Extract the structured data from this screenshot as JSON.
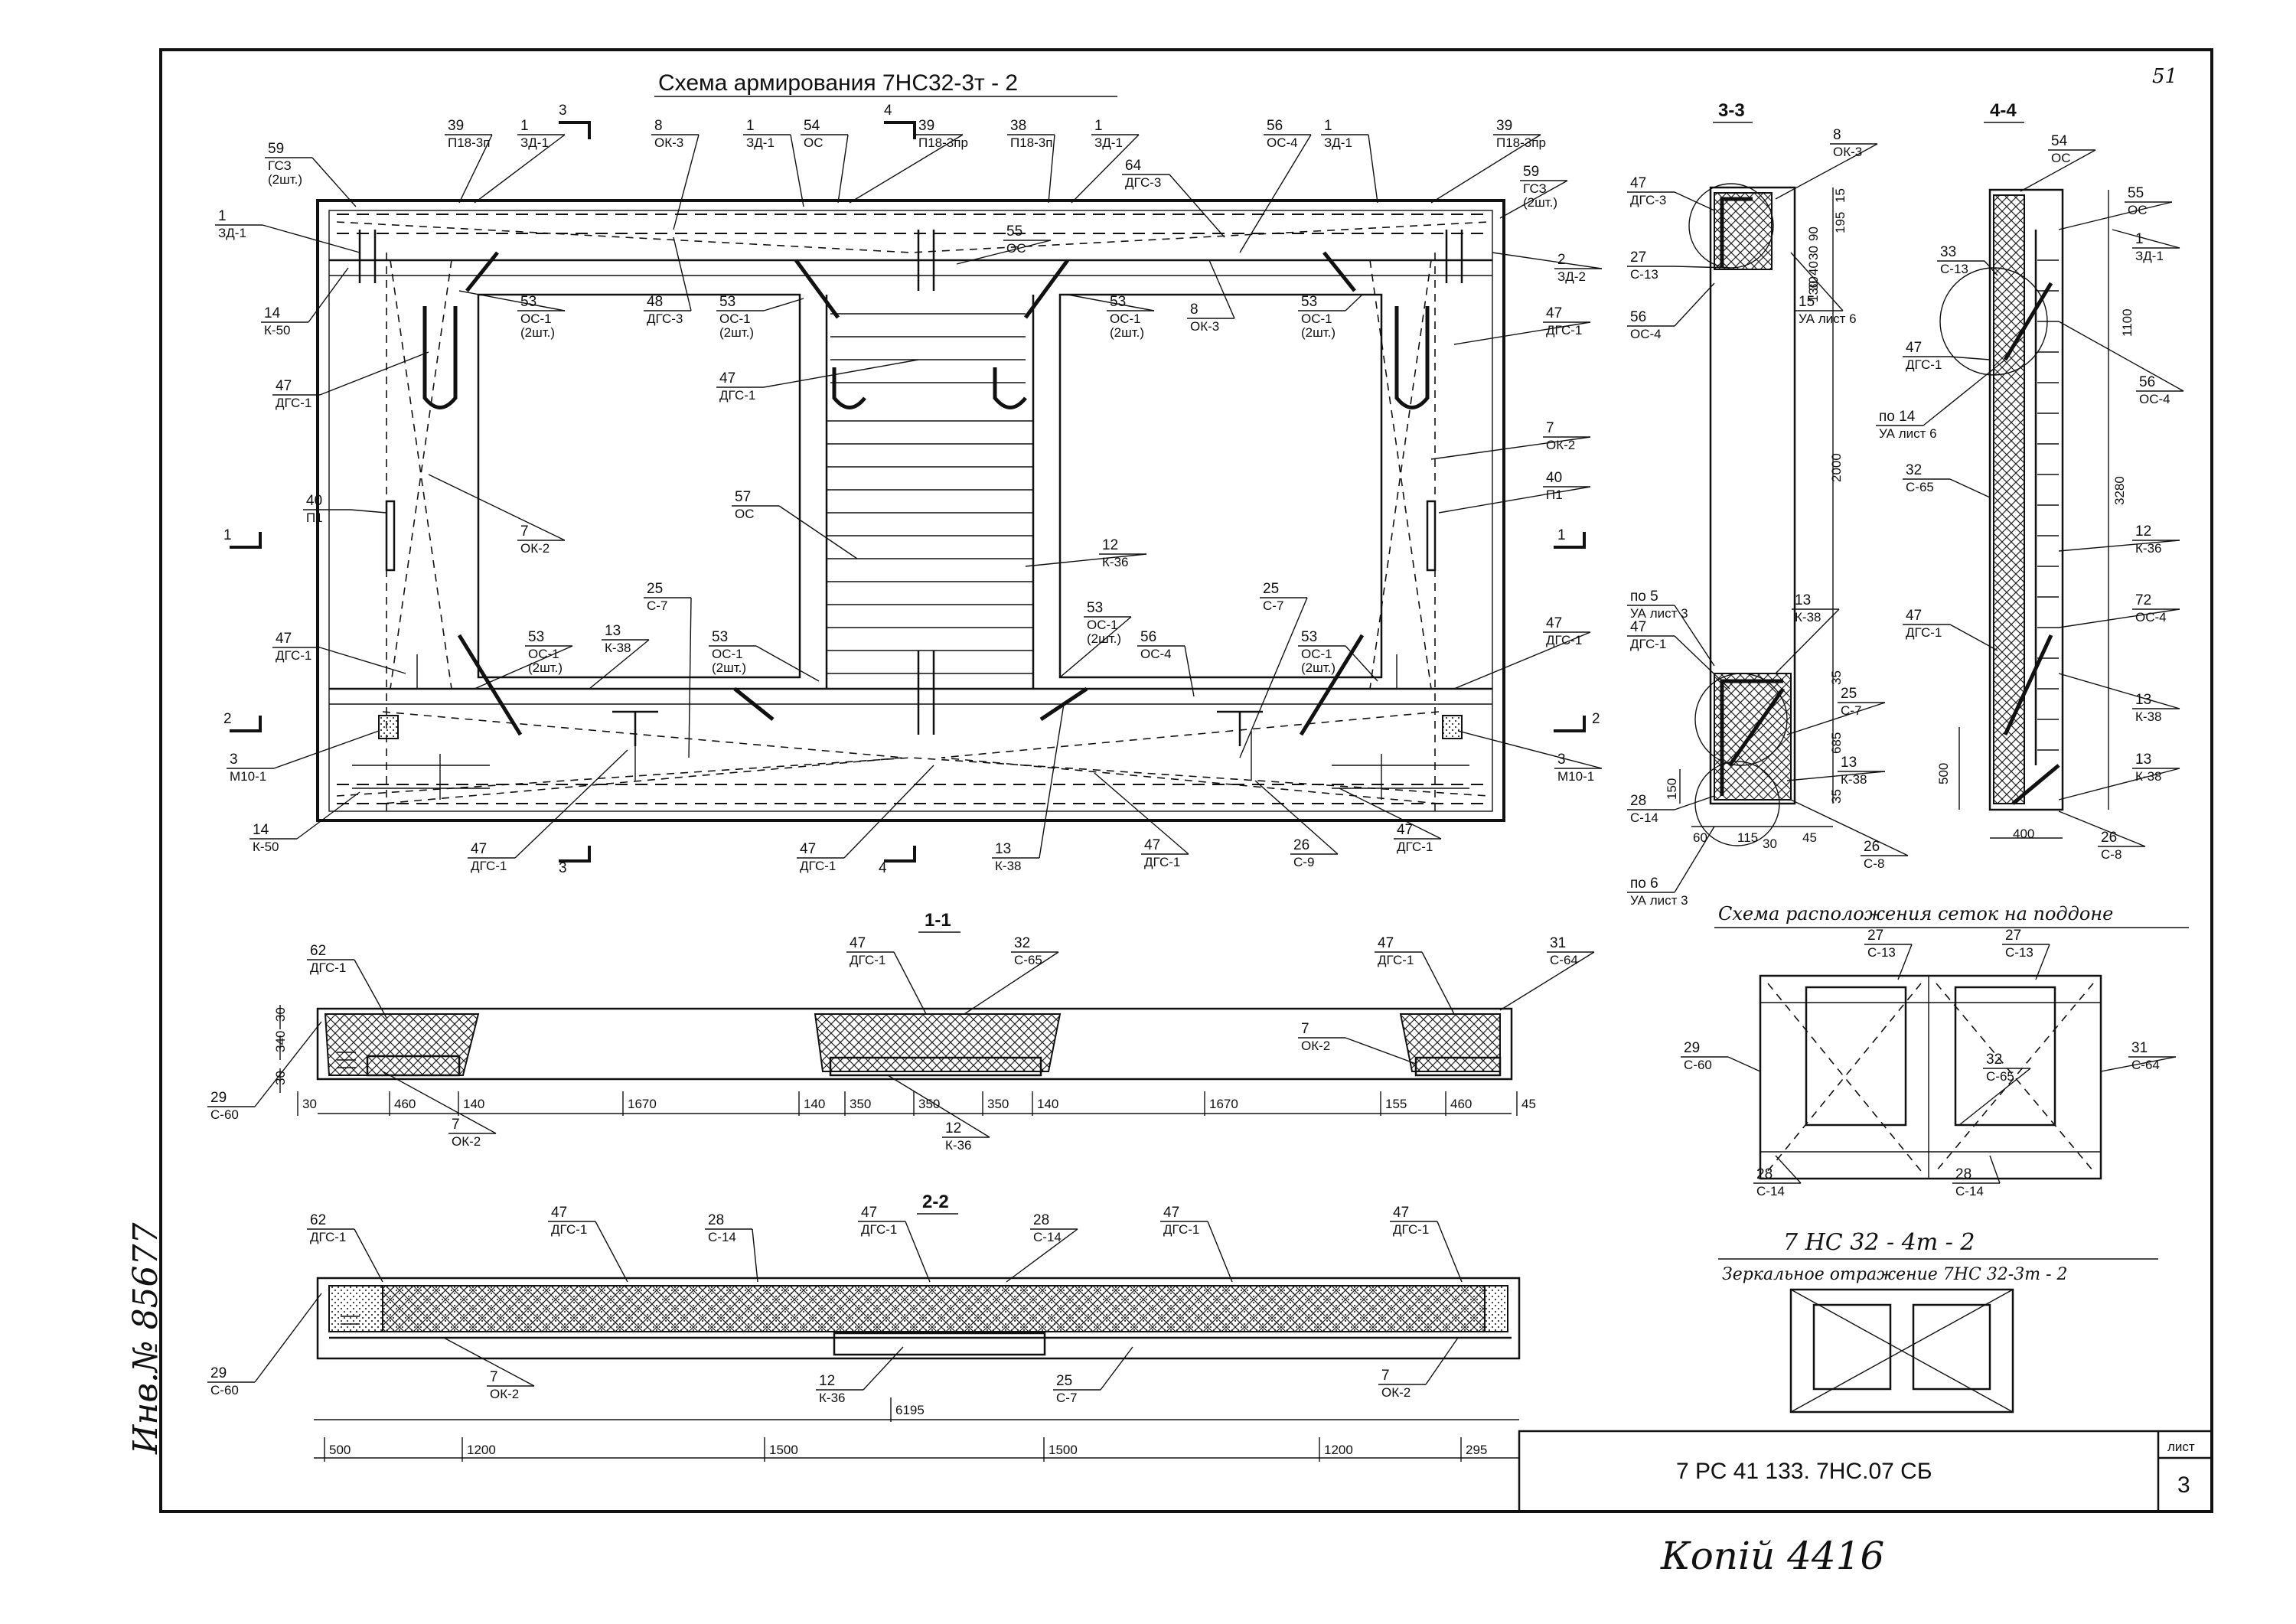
{
  "sheet": {
    "title": "Схема армирования 7НС32-3т - 2",
    "page_number_top": "51",
    "doc_code": "7 РС 41 133. 7НС.07 СБ",
    "sheet_label": "лист",
    "sheet_number": "3",
    "side_note": "Инв.№ 85677",
    "bottom_note": "Копій 4416"
  },
  "sections": {
    "s33": "3-3",
    "s44": "4-4",
    "s11": "1-1",
    "s22": "2-2",
    "cut1": "1",
    "cut2": "2",
    "cut3": "3",
    "cut4": "4"
  },
  "plan_labels": [
    {
      "num": "39",
      "code": "П18-3п"
    },
    {
      "num": "1",
      "code": "ЗД-1"
    },
    {
      "num": "8",
      "code": "ОК-3"
    },
    {
      "num": "1",
      "code": "ЗД-1"
    },
    {
      "num": "54",
      "code": "ОС"
    },
    {
      "num": "39",
      "code": "П18-3пр"
    },
    {
      "num": "38",
      "code": "П18-3п"
    },
    {
      "num": "1",
      "code": "ЗД-1"
    },
    {
      "num": "56",
      "code": "ОС-4"
    },
    {
      "num": "1",
      "code": "ЗД-1"
    },
    {
      "num": "39",
      "code": "П18-3пр"
    },
    {
      "num": "59",
      "code": "ГСЗ (2шт.)"
    },
    {
      "num": "59",
      "code": "ГСЗ (2шт.)"
    },
    {
      "num": "64",
      "code": "ДГС-3"
    },
    {
      "num": "1",
      "code": "ЗД-1"
    },
    {
      "num": "2",
      "code": "ЗД-2"
    },
    {
      "num": "55",
      "code": "ОС"
    },
    {
      "num": "14",
      "code": "К-50"
    },
    {
      "num": "53",
      "code": "ОС-1 (2шт.)"
    },
    {
      "num": "48",
      "code": "ДГС-3"
    },
    {
      "num": "53",
      "code": "ОС-1 (2шт.)"
    },
    {
      "num": "53",
      "code": "ОС-1 (2шт.)"
    },
    {
      "num": "8",
      "code": "ОК-3"
    },
    {
      "num": "53",
      "code": "ОС-1 (2шт.)"
    },
    {
      "num": "47",
      "code": "ДГС-1"
    },
    {
      "num": "47",
      "code": "ДГС-1"
    },
    {
      "num": "47",
      "code": "ДГС-1"
    },
    {
      "num": "7",
      "code": "ОК-2"
    },
    {
      "num": "40",
      "code": "П1"
    },
    {
      "num": "40",
      "code": "П1"
    },
    {
      "num": "57",
      "code": "ОС"
    },
    {
      "num": "7",
      "code": "ОК-2"
    },
    {
      "num": "12",
      "code": "К-36"
    },
    {
      "num": "25",
      "code": "С-7"
    },
    {
      "num": "25",
      "code": "С-7"
    },
    {
      "num": "13",
      "code": "К-38"
    },
    {
      "num": "53",
      "code": "ОС-1 (2шт.)"
    },
    {
      "num": "53",
      "code": "ОС-1 (2шт.)"
    },
    {
      "num": "53",
      "code": "ОС-1 (2шт.)"
    },
    {
      "num": "56",
      "code": "ОС-4"
    },
    {
      "num": "53",
      "code": "ОС-1 (2шт.)"
    },
    {
      "num": "47",
      "code": "ДГС-1"
    },
    {
      "num": "47",
      "code": "ДГС-1"
    },
    {
      "num": "3",
      "code": "М10-1"
    },
    {
      "num": "3",
      "code": "М10-1"
    },
    {
      "num": "14",
      "code": "К-50"
    },
    {
      "num": "47",
      "code": "ДГС-1"
    },
    {
      "num": "47",
      "code": "ДГС-1"
    },
    {
      "num": "13",
      "code": "К-38"
    },
    {
      "num": "47",
      "code": "ДГС-1"
    },
    {
      "num": "26",
      "code": "С-9"
    },
    {
      "num": "47",
      "code": "ДГС-1"
    }
  ],
  "sec33_labels": [
    {
      "num": "8",
      "code": "ОК-3"
    },
    {
      "num": "47",
      "code": "ДГС-3"
    },
    {
      "num": "27",
      "code": "С-13"
    },
    {
      "num": "56",
      "code": "ОС-4"
    },
    {
      "num": "15",
      "code": "УА лист 6"
    },
    {
      "num": "по 5",
      "code": "УА лист 3"
    },
    {
      "num": "47",
      "code": "ДГС-1"
    },
    {
      "num": "13",
      "code": "К-38"
    },
    {
      "num": "25",
      "code": "С-7"
    },
    {
      "num": "13",
      "code": "К-38"
    },
    {
      "num": "28",
      "code": "С-14"
    },
    {
      "num": "26",
      "code": "С-8"
    },
    {
      "num": "по 6",
      "code": "УА лист 3"
    }
  ],
  "sec33_dims": [
    "15",
    "195",
    "90",
    "30",
    "40",
    "30",
    "130",
    "2000",
    "35",
    "685",
    "35",
    "150",
    "60",
    "115",
    "30",
    "45"
  ],
  "sec44_labels": [
    {
      "num": "54",
      "code": "ОС"
    },
    {
      "num": "55",
      "code": "ОС"
    },
    {
      "num": "33",
      "code": "С-13"
    },
    {
      "num": "1",
      "code": "ЗД-1"
    },
    {
      "num": "47",
      "code": "ДГС-1"
    },
    {
      "num": "56",
      "code": "ОС-4"
    },
    {
      "num": "по 14",
      "code": "УА лист 6"
    },
    {
      "num": "32",
      "code": "С-65"
    },
    {
      "num": "12",
      "code": "К-36"
    },
    {
      "num": "47",
      "code": "ДГС-1"
    },
    {
      "num": "72",
      "code": "ОС-4"
    },
    {
      "num": "13",
      "code": "К-38"
    },
    {
      "num": "13",
      "code": "К-38"
    },
    {
      "num": "26",
      "code": "С-8"
    }
  ],
  "sec44_dims": [
    "1100",
    "3280",
    "500",
    "400"
  ],
  "sec11_labels": [
    {
      "num": "62",
      "code": "ДГС-1"
    },
    {
      "num": "47",
      "code": "ДГС-1"
    },
    {
      "num": "32",
      "code": "С-65"
    },
    {
      "num": "47",
      "code": "ДГС-1"
    },
    {
      "num": "31",
      "code": "С-64"
    },
    {
      "num": "7",
      "code": "ОК-2"
    },
    {
      "num": "29",
      "code": "С-60"
    },
    {
      "num": "7",
      "code": "ОК-2"
    },
    {
      "num": "12",
      "code": "К-36"
    }
  ],
  "sec11_dims": [
    "30",
    "340",
    "30",
    "30",
    "460",
    "140",
    "1670",
    "140",
    "350",
    "350",
    "350",
    "140",
    "1670",
    "155",
    "460",
    "45"
  ],
  "sec22_labels": [
    {
      "num": "62",
      "code": "ДГС-1"
    },
    {
      "num": "47",
      "code": "ДГС-1"
    },
    {
      "num": "28",
      "code": "С-14"
    },
    {
      "num": "47",
      "code": "ДГС-1"
    },
    {
      "num": "28",
      "code": "С-14"
    },
    {
      "num": "47",
      "code": "ДГС-1"
    },
    {
      "num": "47",
      "code": "ДГС-1"
    },
    {
      "num": "29",
      "code": "С-60"
    },
    {
      "num": "7",
      "code": "ОК-2"
    },
    {
      "num": "12",
      "code": "К-36"
    },
    {
      "num": "25",
      "code": "С-7"
    },
    {
      "num": "7",
      "code": "ОК-2"
    }
  ],
  "sec22_dims": [
    "6195",
    "500",
    "1200",
    "1500",
    "1500",
    "1200",
    "295"
  ],
  "mesh": {
    "title": "Схема расположения сеток на поддоне",
    "labels": [
      {
        "num": "27",
        "code": "С-13"
      },
      {
        "num": "27",
        "code": "С-13"
      },
      {
        "num": "29",
        "code": "С-60"
      },
      {
        "num": "32",
        "code": "С-65"
      },
      {
        "num": "31",
        "code": "С-64"
      },
      {
        "num": "28",
        "code": "С-14"
      },
      {
        "num": "28",
        "code": "С-14"
      }
    ]
  },
  "mirror": {
    "title": "7 НС 32 - 4т - 2",
    "subtitle": "Зеркальное отражение 7НС 32-3т - 2"
  }
}
